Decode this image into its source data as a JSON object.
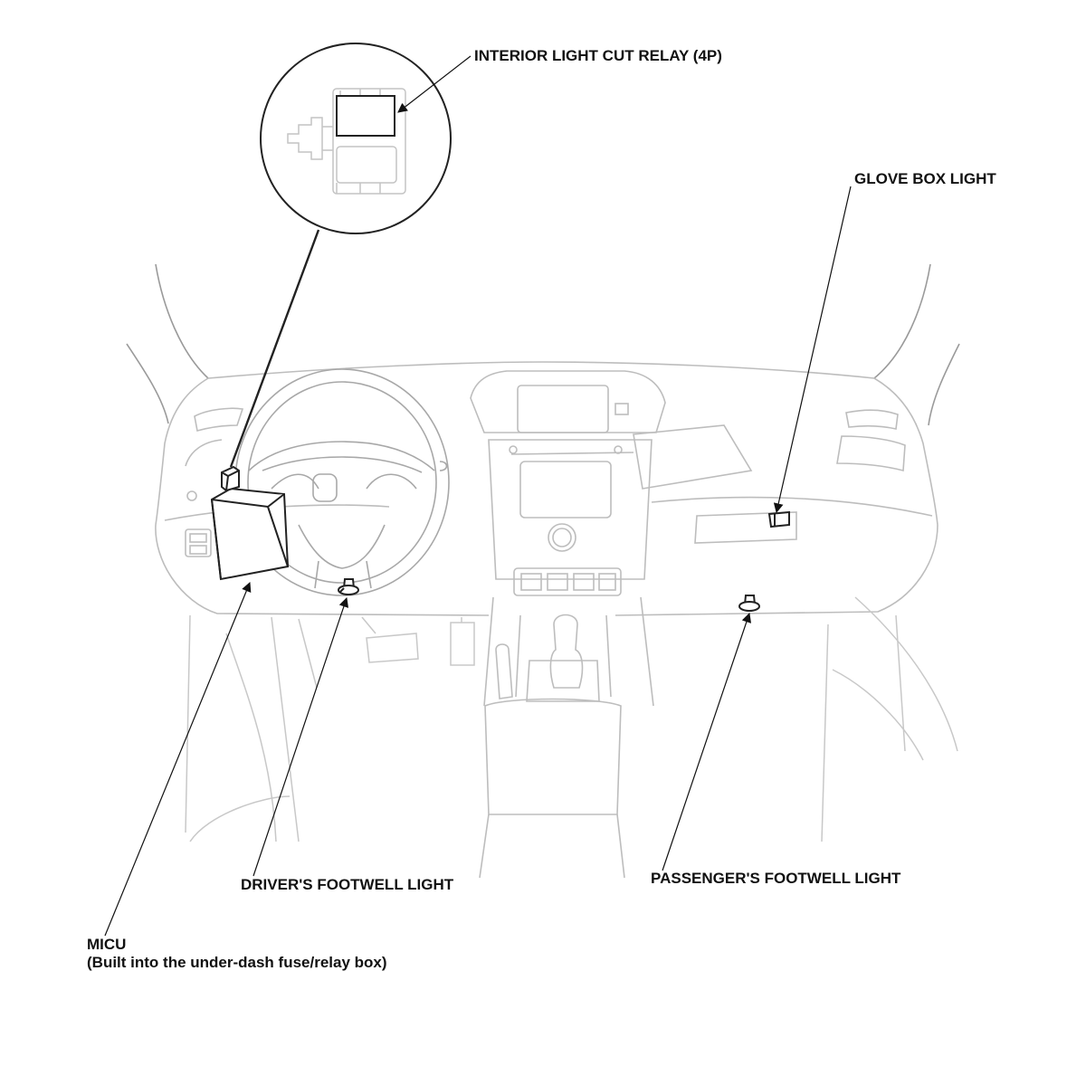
{
  "diagram": {
    "labels": {
      "interior_light_cut_relay": "INTERIOR LIGHT CUT RELAY (4P)",
      "glove_box_light": "GLOVE BOX LIGHT",
      "drivers_footwell_light": "DRIVER'S FOOTWELL LIGHT",
      "passengers_footwell_light": "PASSENGER'S FOOTWELL LIGHT",
      "micu_title": "MICU",
      "micu_note": "(Built into the under-dash fuse/relay box)"
    }
  }
}
